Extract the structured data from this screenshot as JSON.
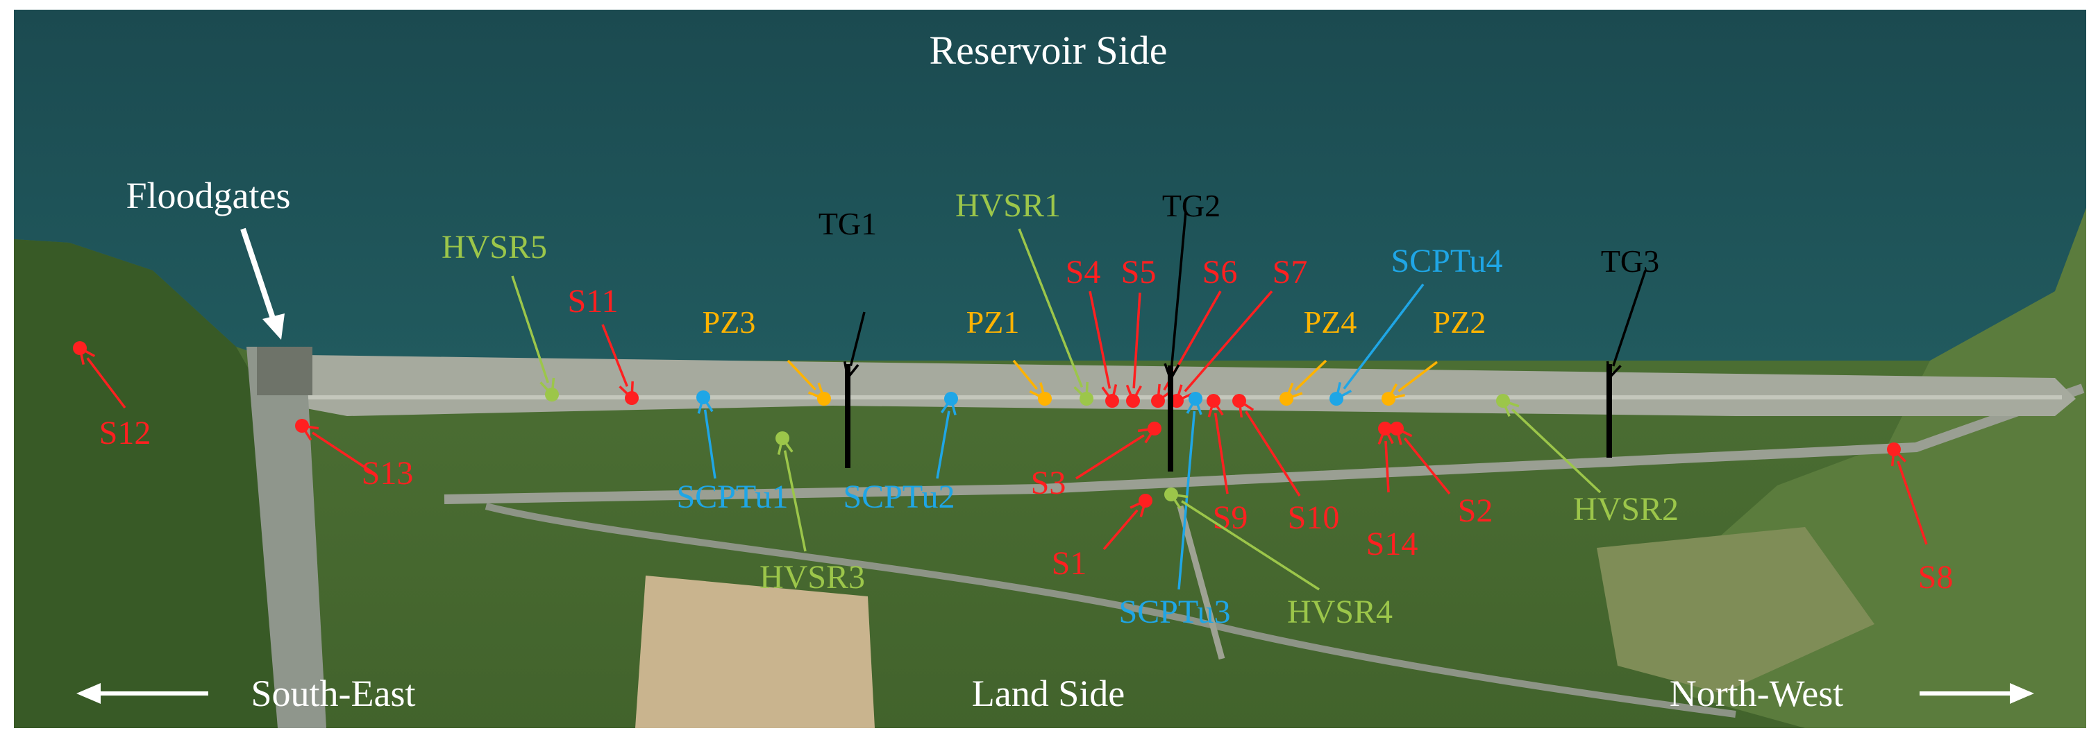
{
  "labels": {
    "reservoir_side": "Reservoir Side",
    "land_side": "Land Side",
    "south_east": "South-East",
    "north_west": "North-West",
    "floodgates": "Floodgates"
  },
  "colors": {
    "S": "#ff2020",
    "PZ": "#ffb300",
    "SCPTu": "#1fa6e6",
    "HVSR": "#9cc64a",
    "TG": "#000000",
    "white": "#ffffff",
    "water": "#1d4f54",
    "land": "#4d7332",
    "dam_crest": "#a7ac9f"
  },
  "markers": [
    {
      "id": "S1",
      "type": "S",
      "label": "S1"
    },
    {
      "id": "S2",
      "type": "S",
      "label": "S2"
    },
    {
      "id": "S3",
      "type": "S",
      "label": "S3"
    },
    {
      "id": "S4",
      "type": "S",
      "label": "S4"
    },
    {
      "id": "S5",
      "type": "S",
      "label": "S5"
    },
    {
      "id": "S6",
      "type": "S",
      "label": "S6"
    },
    {
      "id": "S7",
      "type": "S",
      "label": "S7"
    },
    {
      "id": "S8",
      "type": "S",
      "label": "S8"
    },
    {
      "id": "S9",
      "type": "S",
      "label": "S9"
    },
    {
      "id": "S10",
      "type": "S",
      "label": "S10"
    },
    {
      "id": "S11",
      "type": "S",
      "label": "S11"
    },
    {
      "id": "S12",
      "type": "S",
      "label": "S12"
    },
    {
      "id": "S13",
      "type": "S",
      "label": "S13"
    },
    {
      "id": "S14",
      "type": "S",
      "label": "S14"
    },
    {
      "id": "PZ1",
      "type": "PZ",
      "label": "PZ1"
    },
    {
      "id": "PZ2",
      "type": "PZ",
      "label": "PZ2"
    },
    {
      "id": "PZ3",
      "type": "PZ",
      "label": "PZ3"
    },
    {
      "id": "PZ4",
      "type": "PZ",
      "label": "PZ4"
    },
    {
      "id": "SCPTu1",
      "type": "SCPTu",
      "label": "SCPTu1"
    },
    {
      "id": "SCPTu2",
      "type": "SCPTu",
      "label": "SCPTu2"
    },
    {
      "id": "SCPTu3",
      "type": "SCPTu",
      "label": "SCPTu3"
    },
    {
      "id": "SCPTu4",
      "type": "SCPTu",
      "label": "SCPTu4"
    },
    {
      "id": "HVSR1",
      "type": "HVSR",
      "label": "HVSR1"
    },
    {
      "id": "HVSR2",
      "type": "HVSR",
      "label": "HVSR2"
    },
    {
      "id": "HVSR3",
      "type": "HVSR",
      "label": "HVSR3"
    },
    {
      "id": "HVSR4",
      "type": "HVSR",
      "label": "HVSR4"
    },
    {
      "id": "HVSR5",
      "type": "HVSR",
      "label": "HVSR5"
    },
    {
      "id": "TG1",
      "type": "TG",
      "label": "TG1"
    },
    {
      "id": "TG2",
      "type": "TG",
      "label": "TG2"
    },
    {
      "id": "TG3",
      "type": "TG",
      "label": "TG3"
    }
  ]
}
